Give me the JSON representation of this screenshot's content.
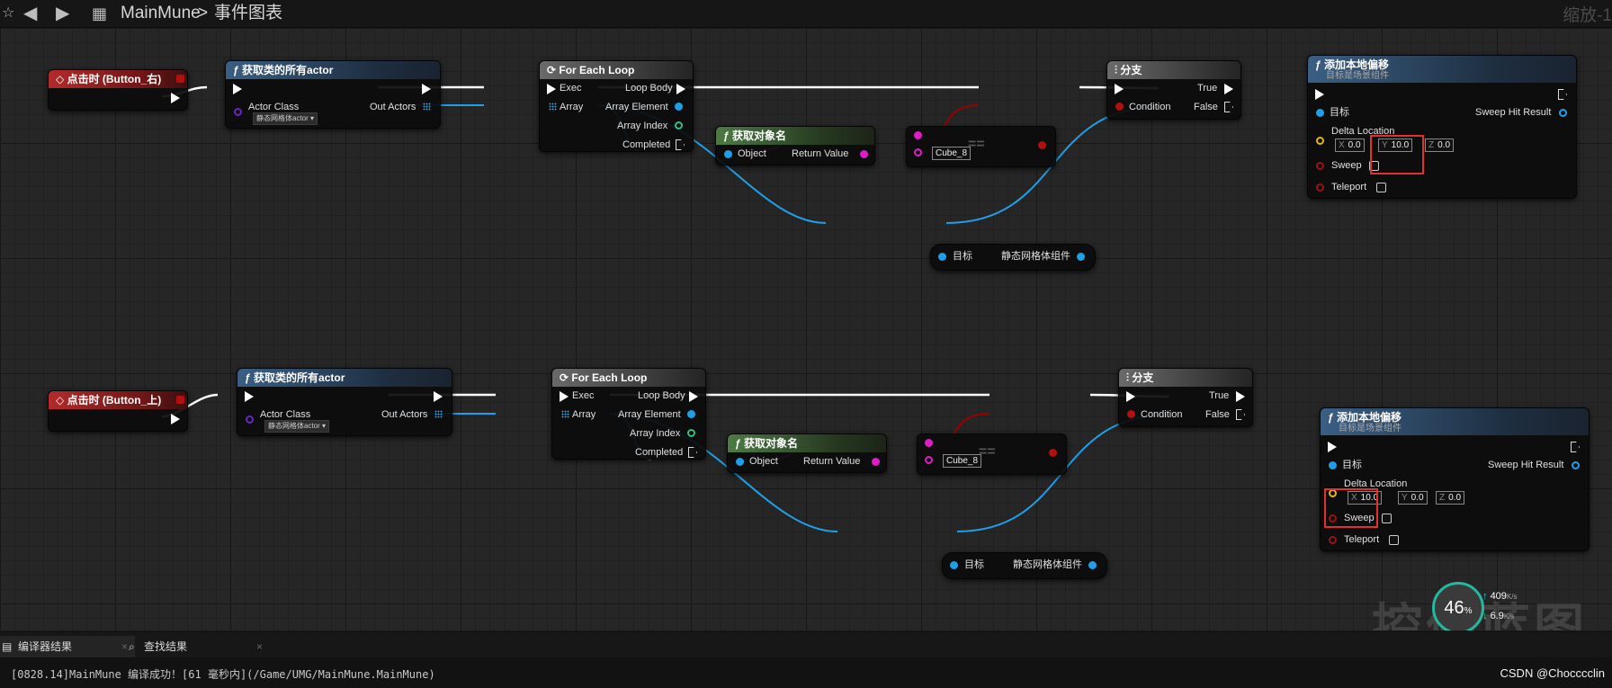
{
  "toolbar": {
    "back_icon": "left-arrow-icon",
    "forward_icon": "right-arrow-icon",
    "breadcrumb_root": "MainMune",
    "breadcrumb_sep": ">",
    "breadcrumb_graph": "事件图表",
    "zoom_label": "缩放-1"
  },
  "graph_top": {
    "event": {
      "title": "点击时 (Button_右)"
    },
    "get_actors": {
      "title": "获取类的所有actor",
      "actor_class_label": "Actor Class",
      "actor_class_value": "静态网格体actor",
      "out_actors_label": "Out Actors"
    },
    "for_each": {
      "title": "For Each Loop",
      "exec": "Exec",
      "loop_body": "Loop Body",
      "array": "Array",
      "array_element": "Array Element",
      "array_index": "Array Index",
      "completed": "Completed"
    },
    "get_name": {
      "title": "获取对象名",
      "object": "Object",
      "return_value": "Return Value"
    },
    "equal": {
      "value": "Cube_8",
      "symbol": "=="
    },
    "branch": {
      "title": "分支",
      "condition": "Condition",
      "true_label": "True",
      "false_label": "False"
    },
    "component_getter": {
      "target": "目标",
      "output": "静态网格体组件"
    },
    "add_offset": {
      "title": "添加本地偏移",
      "subtitle": "目标是场景组件",
      "target": "目标",
      "sweep_hit": "Sweep Hit Result",
      "delta": "Delta Location",
      "x": "0.0",
      "y": "10.0",
      "z": "0.0",
      "sweep": "Sweep",
      "teleport": "Teleport"
    }
  },
  "graph_bottom": {
    "event": {
      "title": "点击时 (Button_上)"
    },
    "get_actors": {
      "title": "获取类的所有actor",
      "actor_class_label": "Actor Class",
      "actor_class_value": "静态网格体actor",
      "out_actors_label": "Out Actors"
    },
    "for_each": {
      "title": "For Each Loop",
      "exec": "Exec",
      "loop_body": "Loop Body",
      "array": "Array",
      "array_element": "Array Element",
      "array_index": "Array Index",
      "completed": "Completed"
    },
    "get_name": {
      "title": "获取对象名",
      "object": "Object",
      "return_value": "Return Value"
    },
    "equal": {
      "value": "Cube_8",
      "symbol": "=="
    },
    "branch": {
      "title": "分支",
      "condition": "Condition",
      "true_label": "True",
      "false_label": "False"
    },
    "component_getter": {
      "target": "目标",
      "output": "静态网格体组件"
    },
    "add_offset": {
      "title": "添加本地偏移",
      "subtitle": "目标是场景组件",
      "target": "目标",
      "sweep_hit": "Sweep Hit Result",
      "delta": "Delta Location",
      "x": "10.0",
      "y": "0.0",
      "z": "0.0",
      "sweep": "Sweep",
      "teleport": "Teleport"
    }
  },
  "tabs": {
    "compiler": "编译器结果",
    "find": "查找结果"
  },
  "log": {
    "line": "[0828.14]MainMune 编译成功！[61 毫秒内](/Game/UMG/MainMune.MainMune)"
  },
  "netmon": {
    "percent": "46",
    "unit": "%",
    "up": "409",
    "down": "6.9",
    "rate_unit": "K/s"
  },
  "watermark": {
    "text": "控件蓝图",
    "credit": "CSDN @Chocccclin"
  },
  "colors": {
    "exec": "#ffffff",
    "object": "#1ea0e8",
    "bool": "#b01010",
    "string": "#e01cc8",
    "highlight": "#e23030"
  }
}
